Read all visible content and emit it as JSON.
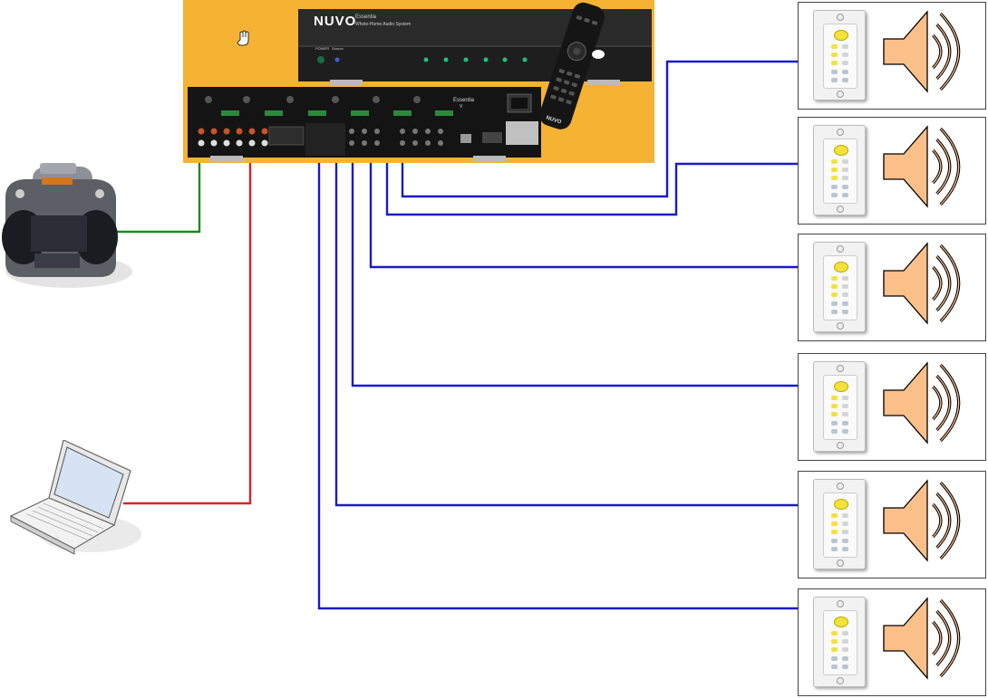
{
  "device": {
    "brand": "NUVO",
    "model": "Essentia",
    "subtitle": "Whole-Home Audio System",
    "rear_model": "V",
    "remote_brand": "NUVO",
    "power_label": "POWER",
    "source_label": "Source"
  },
  "colors": {
    "chassis_bg": "#f6b233",
    "unit_body": "#1e1e1e",
    "zone_wire": "#1a1acc",
    "stereo_wire": "#1d8a1d",
    "laptop_wire": "#dd2222",
    "speaker_fill": "#fbbf8a"
  },
  "zones": [
    {
      "id": "zone-1"
    },
    {
      "id": "zone-2"
    },
    {
      "id": "zone-3"
    },
    {
      "id": "zone-4"
    },
    {
      "id": "zone-5"
    },
    {
      "id": "zone-6"
    }
  ]
}
